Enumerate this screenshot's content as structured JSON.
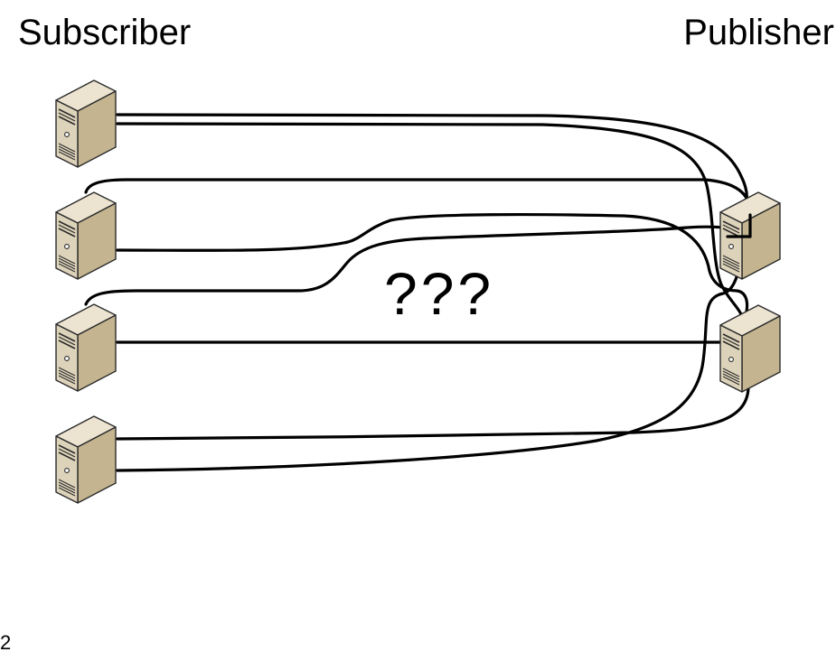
{
  "headings": {
    "subscriber": "Subscriber",
    "publisher": "Publisher"
  },
  "center_label": "???",
  "page_number": "2",
  "nodes": {
    "subscribers": [
      {
        "role": "subscriber",
        "icon": "server-icon"
      },
      {
        "role": "subscriber",
        "icon": "server-icon"
      },
      {
        "role": "subscriber",
        "icon": "server-icon"
      },
      {
        "role": "subscriber",
        "icon": "server-icon"
      }
    ],
    "publishers": [
      {
        "role": "publisher",
        "icon": "server-icon"
      },
      {
        "role": "publisher",
        "icon": "server-icon"
      }
    ]
  },
  "connections": [
    {
      "from": "subscriber-1",
      "to": "publisher-1"
    },
    {
      "from": "subscriber-1",
      "to": "publisher-2"
    },
    {
      "from": "subscriber-2",
      "to": "publisher-1"
    },
    {
      "from": "subscriber-2",
      "to": "publisher-2"
    },
    {
      "from": "subscriber-3",
      "to": "publisher-1"
    },
    {
      "from": "subscriber-3",
      "to": "publisher-2"
    },
    {
      "from": "subscriber-4",
      "to": "publisher-1"
    },
    {
      "from": "subscriber-4",
      "to": "publisher-2"
    }
  ],
  "colors": {
    "server_front": "#ddd3ba",
    "server_side": "#c4b590",
    "server_top": "#ece4d0",
    "server_outline": "#2a2a2a",
    "wire": "#000000",
    "background": "#ffffff"
  }
}
